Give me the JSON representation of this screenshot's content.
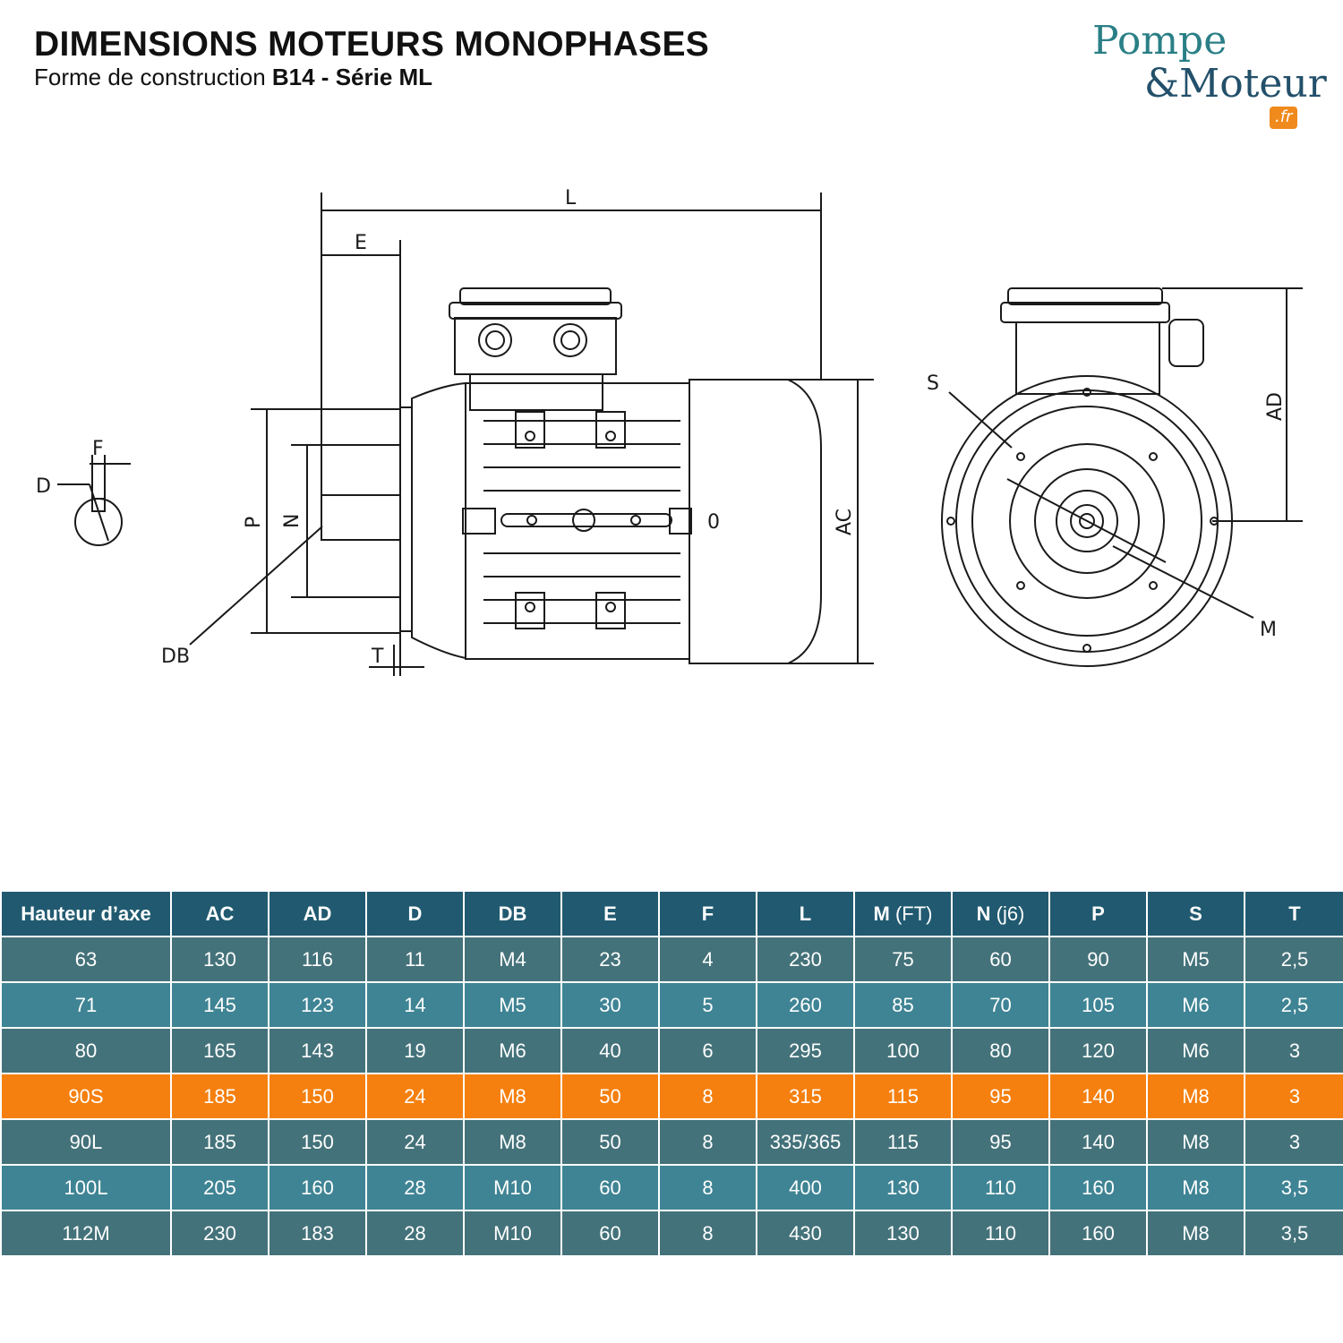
{
  "header": {
    "title": "DIMENSIONS MOTEURS MONOPHASES",
    "subtitle_prefix": "Forme de construction ",
    "subtitle_bold": "B14 - Série ML"
  },
  "logo": {
    "line1": "Pompe",
    "line2": "&Moteur",
    "badge": ".fr",
    "colors": {
      "teal": "#2a7f86",
      "navy": "#23506a",
      "orange": "#f08a1c"
    }
  },
  "drawing_labels": {
    "L": "L",
    "E": "E",
    "F": "F",
    "D": "D",
    "P": "P",
    "N": "N",
    "DB": "DB",
    "T": "T",
    "AC": "AC",
    "AD": "AD",
    "S": "S",
    "M": "M",
    "zero": "0"
  },
  "table": {
    "headers": [
      {
        "name": "Hauteur d’axe",
        "unit": ""
      },
      {
        "name": "AC",
        "unit": ""
      },
      {
        "name": "AD",
        "unit": ""
      },
      {
        "name": "D",
        "unit": ""
      },
      {
        "name": "DB",
        "unit": ""
      },
      {
        "name": "E",
        "unit": ""
      },
      {
        "name": "F",
        "unit": ""
      },
      {
        "name": "L",
        "unit": ""
      },
      {
        "name": "M",
        "unit": " (FT)"
      },
      {
        "name": "N",
        "unit": " (j6)"
      },
      {
        "name": "P",
        "unit": ""
      },
      {
        "name": "S",
        "unit": ""
      },
      {
        "name": "T",
        "unit": ""
      }
    ],
    "rows": [
      [
        "63",
        "130",
        "116",
        "11",
        "M4",
        "23",
        "4",
        "230",
        "75",
        "60",
        "90",
        "M5",
        "2,5"
      ],
      [
        "71",
        "145",
        "123",
        "14",
        "M5",
        "30",
        "5",
        "260",
        "85",
        "70",
        "105",
        "M6",
        "2,5"
      ],
      [
        "80",
        "165",
        "143",
        "19",
        "M6",
        "40",
        "6",
        "295",
        "100",
        "80",
        "120",
        "M6",
        "3"
      ],
      [
        "90S",
        "185",
        "150",
        "24",
        "M8",
        "50",
        "8",
        "315",
        "115",
        "95",
        "140",
        "M8",
        "3"
      ],
      [
        "90L",
        "185",
        "150",
        "24",
        "M8",
        "50",
        "8",
        "335/365",
        "115",
        "95",
        "140",
        "M8",
        "3"
      ],
      [
        "100L",
        "205",
        "160",
        "28",
        "M10",
        "60",
        "8",
        "400",
        "130",
        "110",
        "160",
        "M8",
        "3,5"
      ],
      [
        "112M",
        "230",
        "183",
        "28",
        "M10",
        "60",
        "8",
        "430",
        "130",
        "110",
        "160",
        "M8",
        "3,5"
      ]
    ],
    "highlight_row": 3,
    "colors": {
      "header": "#215a70",
      "row_dark": "#44727a",
      "row_light": "#3f8494",
      "highlight": "#f5800f"
    }
  }
}
